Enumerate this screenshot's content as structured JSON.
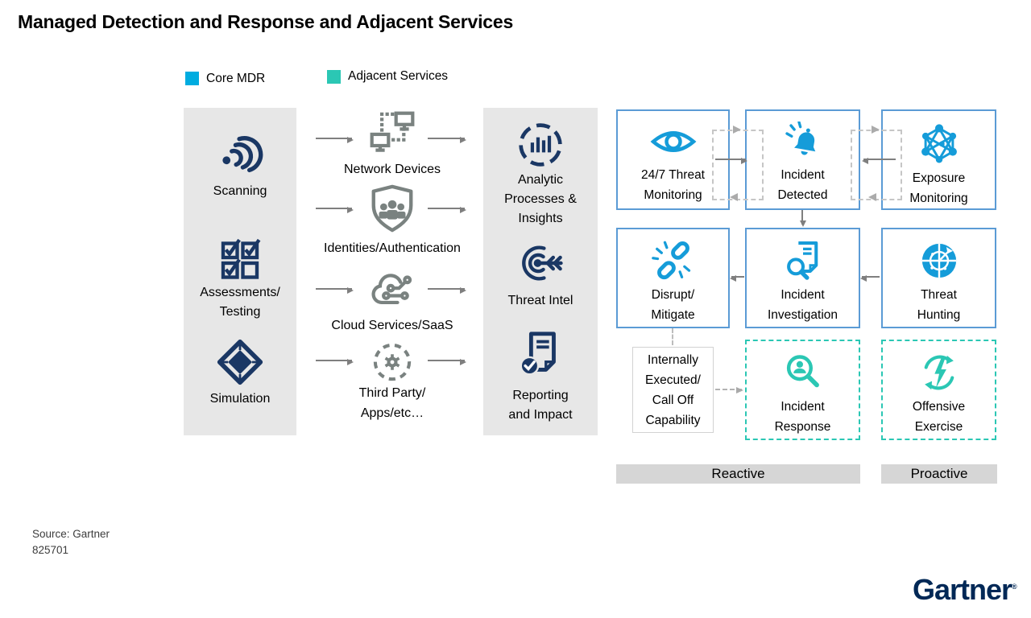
{
  "title": "Managed Detection and Response and Adjacent Services",
  "legend": {
    "core": {
      "label": "Core MDR",
      "color": "#00ACE0"
    },
    "adjacent": {
      "label": "Adjacent Services",
      "color": "#2BC7B4"
    }
  },
  "colors": {
    "core_blue": "#00ACE0",
    "box_border_blue": "#5B9BD5",
    "icon_blue": "#159CD9",
    "adjacent_teal": "#2BC7B4",
    "navy_icon": "#1A3764",
    "gray_icon": "#7A8280",
    "column_bg": "#E7E7E7",
    "bar_bg": "#D6D6D6",
    "arrow_gray": "#7F7F7F",
    "brand_navy": "#002856"
  },
  "sources_column": {
    "items": [
      {
        "icon": "scanning-icon",
        "label": "Scanning"
      },
      {
        "icon": "checklist-icon",
        "label": "Assessments/\nTesting"
      },
      {
        "icon": "simulation-icon",
        "label": "Simulation"
      }
    ]
  },
  "telemetry_column": {
    "items": [
      {
        "icon": "network-devices-icon",
        "label": "Network Devices"
      },
      {
        "icon": "shield-identities-icon",
        "label": "Identities/Authentication"
      },
      {
        "icon": "cloud-circuit-icon",
        "label": "Cloud Services/SaaS"
      },
      {
        "icon": "third-party-gear-icon",
        "label": "Third Party/\nApps/etc…"
      }
    ]
  },
  "processes_column": {
    "items": [
      {
        "icon": "analytics-chart-icon",
        "label": "Analytic\nProcesses &\nInsights"
      },
      {
        "icon": "threat-intel-target-icon",
        "label": "Threat Intel"
      },
      {
        "icon": "report-check-icon",
        "label": "Reporting\nand Impact"
      }
    ]
  },
  "grid": {
    "row1": [
      {
        "icon": "eye-icon",
        "label": "24/7 Threat\nMonitoring",
        "category": "core"
      },
      {
        "icon": "alert-bell-icon",
        "label": "Incident\nDetected",
        "category": "core"
      },
      {
        "icon": "network-mesh-icon",
        "label": "Exposure\nMonitoring",
        "category": "core"
      }
    ],
    "row2": [
      {
        "icon": "broken-link-icon",
        "label": "Disrupt/\nMitigate",
        "category": "core"
      },
      {
        "icon": "investigation-doc-icon",
        "label": "Incident\nInvestigation",
        "category": "core"
      },
      {
        "icon": "radar-globe-icon",
        "label": "Threat\nHunting",
        "category": "core"
      }
    ],
    "row3": [
      {
        "icon": "",
        "label": "Internally\nExecuted/\nCall Off\nCapability",
        "category": "note"
      },
      {
        "icon": "person-search-icon",
        "label": "Incident\nResponse",
        "category": "adjacent"
      },
      {
        "icon": "cycle-lightning-icon",
        "label": "Offensive\nExercise",
        "category": "adjacent"
      }
    ]
  },
  "footer_bars": {
    "reactive": "Reactive",
    "proactive": "Proactive"
  },
  "source": {
    "text": "Source: Gartner\n825701"
  },
  "brand": {
    "logo": "Gartner",
    "registered": "®"
  }
}
